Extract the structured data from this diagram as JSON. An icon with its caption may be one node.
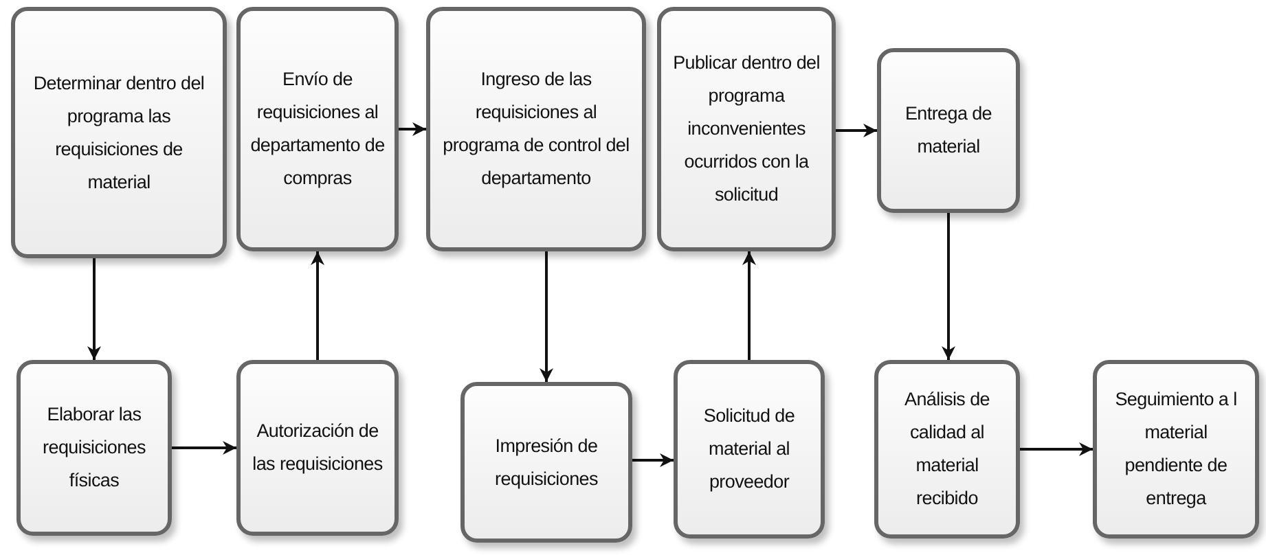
{
  "diagram": {
    "nodes": [
      {
        "text": [
          "Determinar dentro del programa las requisiciones de material"
        ]
      },
      {
        "text": [
          "Envío de requisiciones al departamento de compras"
        ]
      },
      {
        "text": [
          "Ingreso de las requisiciones al programa de control del departamento"
        ]
      },
      {
        "text": [
          "Publicar dentro del programa inconvenientes ocurridos con la solicitud"
        ]
      },
      {
        "text": [
          "Entrega de material"
        ]
      },
      {
        "text": [
          "Elaborar las requisiciones físicas"
        ]
      },
      {
        "text": [
          "Autorización de las requisiciones"
        ]
      },
      {
        "text": [
          "Impresión de requisiciones"
        ]
      },
      {
        "text": [
          "Solicitud de material al proveedor"
        ]
      },
      {
        "text": [
          "Análisis de calidad al material recibido"
        ]
      },
      {
        "text": [
          "Seguimiento a l material pendiente de entrega"
        ]
      }
    ],
    "edges": [
      {
        "from": 0,
        "to": 5,
        "arrow": "to"
      },
      {
        "from": 5,
        "to": 6,
        "arrow": "to"
      },
      {
        "from": 6,
        "to": 1,
        "arrow": "to"
      },
      {
        "from": 1,
        "to": 2,
        "arrow": "to"
      },
      {
        "from": 2,
        "to": 7,
        "arrow": "to"
      },
      {
        "from": 7,
        "to": 8,
        "arrow": "to"
      },
      {
        "from": 8,
        "to": 3,
        "arrow": "to"
      },
      {
        "from": 3,
        "to": 4,
        "arrow": "to"
      },
      {
        "from": 4,
        "to": 9,
        "arrow": "to"
      },
      {
        "from": 9,
        "to": 10,
        "arrow": "to"
      }
    ]
  }
}
